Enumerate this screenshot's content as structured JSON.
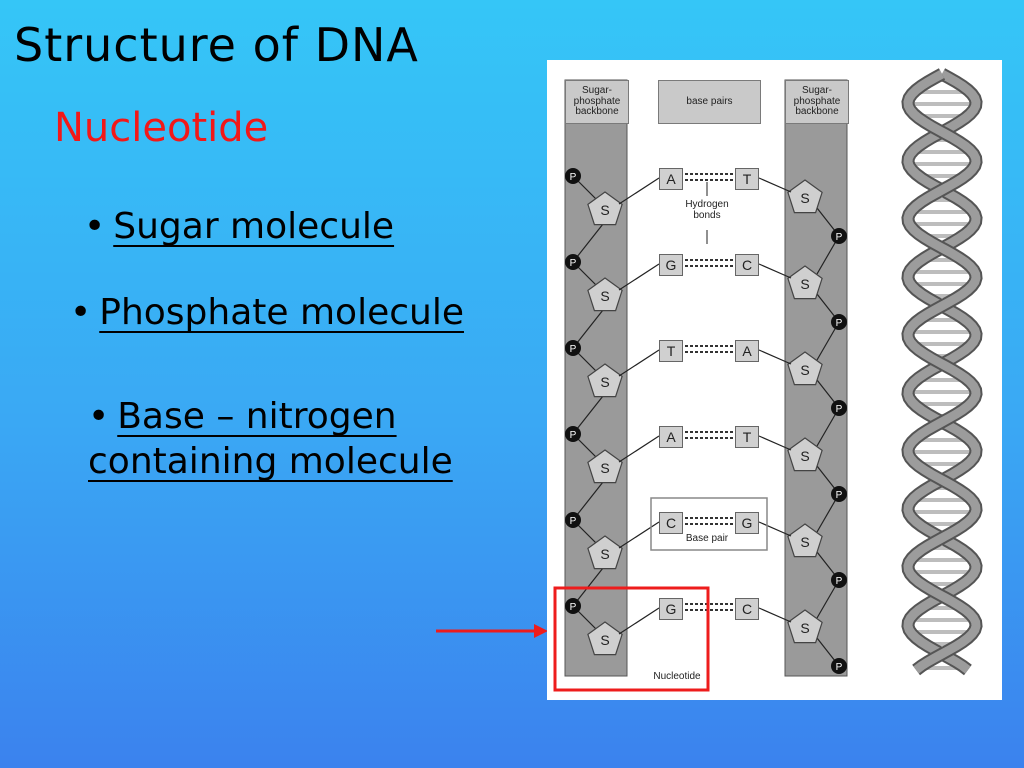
{
  "slide": {
    "title": "Structure of DNA",
    "subtitle": "Nucleotide",
    "bullets": [
      {
        "text": "Sugar molecule"
      },
      {
        "text": "Phosphate molecule"
      },
      {
        "line1": "Base – nitrogen",
        "line2": "containing molecule"
      }
    ]
  },
  "diagram": {
    "left_backbone_label": "Sugar-\nphosphate\nbackbone",
    "right_backbone_label": "Sugar-\nphosphate\nbackbone",
    "base_pairs_label": "base pairs",
    "hydrogen_bonds_label": "Hydrogen\nbonds",
    "base_pair_label": "Base pair",
    "nucleotide_label": "Nucleotide",
    "sugar_symbol": "S",
    "phosphate_symbol": "P",
    "pairs": [
      {
        "left": "A",
        "right": "T"
      },
      {
        "left": "G",
        "right": "C"
      },
      {
        "left": "T",
        "right": "A"
      },
      {
        "left": "A",
        "right": "T"
      },
      {
        "left": "C",
        "right": "G"
      },
      {
        "left": "G",
        "right": "C"
      }
    ]
  },
  "colors": {
    "title": "#000000",
    "subtitle": "#f21818",
    "highlight": "#ee1c1c",
    "arrow": "#ee1c1c"
  }
}
